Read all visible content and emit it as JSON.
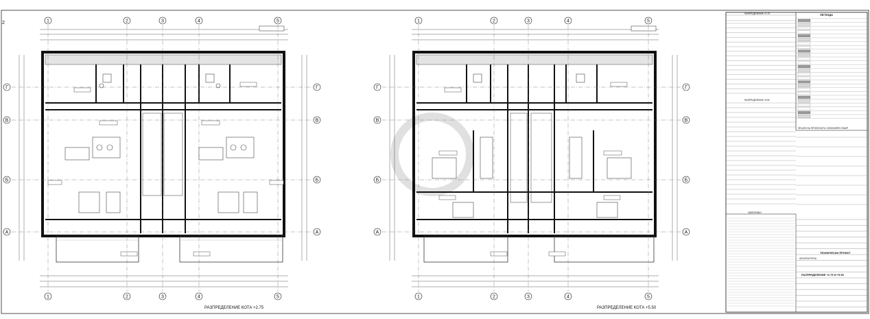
{
  "sheet": {
    "left_plan_caption": "РАЗПРЕДЕЛЕНИЕ КОТА +2.75",
    "right_plan_caption": "РАЗПРЕДЕЛЕНИЕ КОТА +5.50",
    "legend_title": "ЛЕГЕНДА",
    "stamp_title": "ПЕЧАТИ НА ПРОЕКТАНТА / DESIGNERS STAMP",
    "notes_title": "ЗАБЕЛЕЖКИ",
    "project_phase": "ТЕХНИЧЕСКИ ПРОЕКТ",
    "project_part": "АРХИТЕКТУРНА",
    "drawing_title": "РАЗПРЕДЕЛЕНИЕ +2.75 И +5.50",
    "table1_title": "РАЗПРЕДЕЛЕНИЕ +2.75",
    "table2_title": "РАЗПРЕДЕЛЕНИЕ +5.50",
    "edge_mark": "2"
  },
  "grid": {
    "cols": [
      "1",
      "2",
      "3",
      "4",
      "5"
    ],
    "rows": [
      "Г",
      "В",
      "Б",
      "А"
    ]
  }
}
